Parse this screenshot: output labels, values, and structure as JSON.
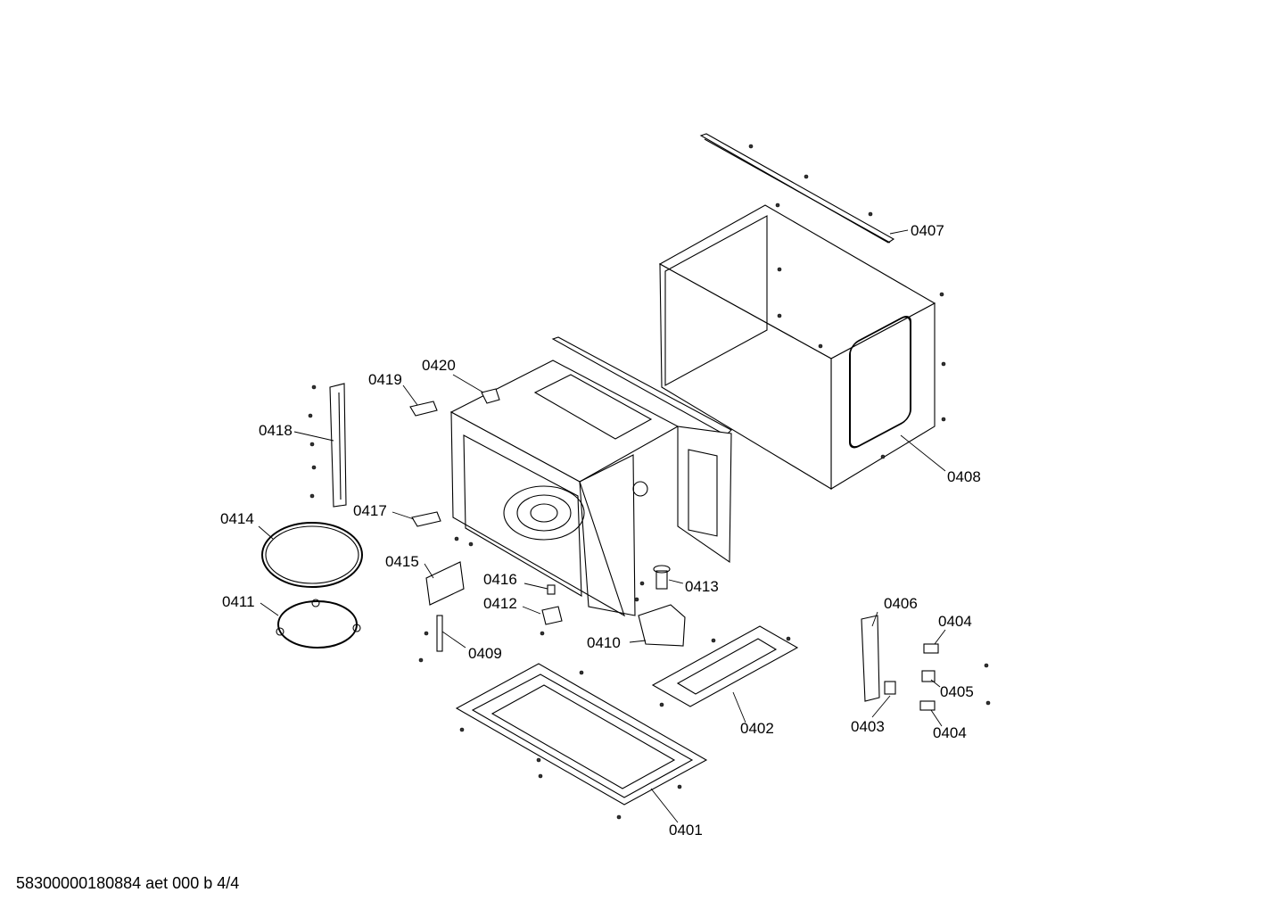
{
  "footer": "58300000180884 aet 000 b 4/4",
  "labels": {
    "p0401": "0401",
    "p0402": "0402",
    "p0403": "0403",
    "p0404a": "0404",
    "p0404b": "0404",
    "p0405": "0405",
    "p0406": "0406",
    "p0407": "0407",
    "p0408": "0408",
    "p0409": "0409",
    "p0410": "0410",
    "p0411": "0411",
    "p0412": "0412",
    "p0413": "0413",
    "p0414": "0414",
    "p0415": "0415",
    "p0416": "0416",
    "p0417": "0417",
    "p0418": "0418",
    "p0419": "0419",
    "p0420": "0420"
  }
}
